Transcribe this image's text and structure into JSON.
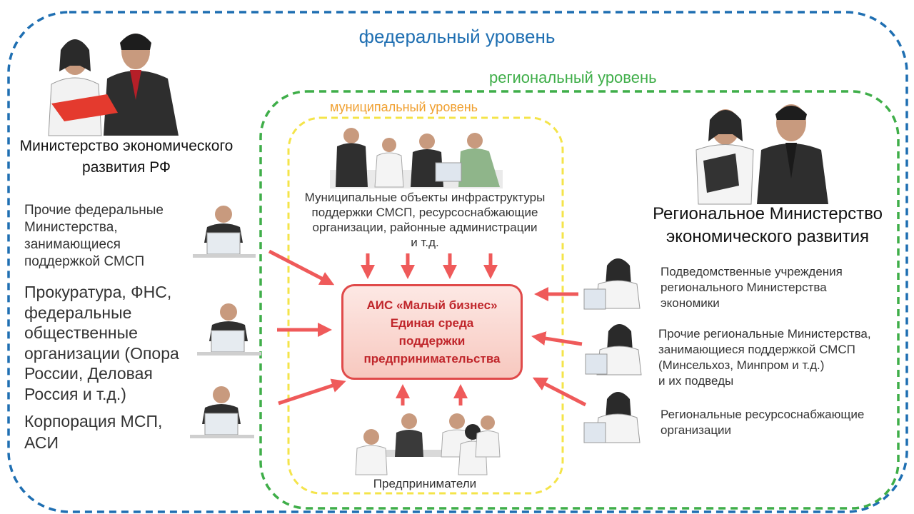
{
  "levels": {
    "federal": "федеральный уровень",
    "regional": "региональный уровень",
    "municipal": "муниципальный  уровень"
  },
  "ministry": {
    "line1": "Министерство экономического",
    "line2": "развития РФ"
  },
  "regional_ministry": {
    "line1": "Региональное Министерство",
    "line2": "экономического развития"
  },
  "left_items": [
    [
      "Прочие федеральные",
      "Министерства,",
      "занимающиеся",
      "поддержкой  СМСП"
    ],
    [
      "Прокуратура, ФНС,",
      "федеральные",
      "общественные",
      "организации (Опора",
      "России, Деловая",
      "Россия и т.д.)"
    ],
    [
      "Корпорация МСП,",
      "АСИ"
    ]
  ],
  "right_items": [
    [
      "Подведомственные учреждения",
      "регионального Министерства",
      "экономики"
    ],
    [
      "Прочие региональные Министерства,",
      "занимающиеся поддержкой СМСП",
      "(Минсельхоз, Минпром и т.д.)",
      " и их подведы"
    ],
    [
      "Региональные ресурсоснабжающие",
      "организации"
    ]
  ],
  "municipal_desc": [
    "Муниципальные объекты инфраструктуры",
    "поддержки СМСП, ресурсоснабжающие",
    "организации, районные администрации",
    "и т.д."
  ],
  "ais": {
    "line1": "АИС «Малый бизнес»",
    "line2": "Единая среда",
    "line3": "поддержки",
    "line4": "предпринимательства"
  },
  "entrepreneurs": "Предприниматели",
  "colors": {
    "federal": "#1f6fb2",
    "regional": "#3fae49",
    "municipal": "#f4e44a",
    "municipal_text": "#f0a030",
    "arrow": "#ef5a5a",
    "ais_border": "#e04a4a",
    "ais_text": "#c0262b"
  }
}
